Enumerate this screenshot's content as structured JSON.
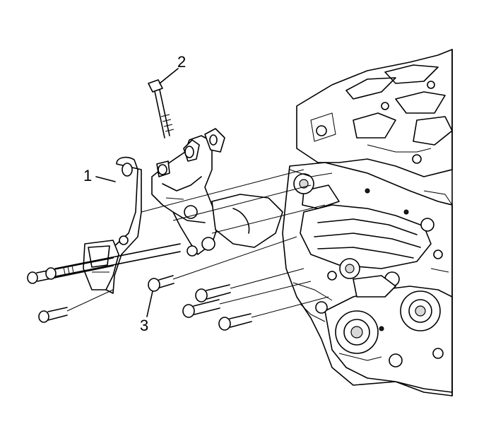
{
  "callouts": {
    "bracket": "1",
    "stud_bolt": "2",
    "bolt": "3"
  },
  "colors": {
    "line": "#000000",
    "background": "#ffffff"
  }
}
